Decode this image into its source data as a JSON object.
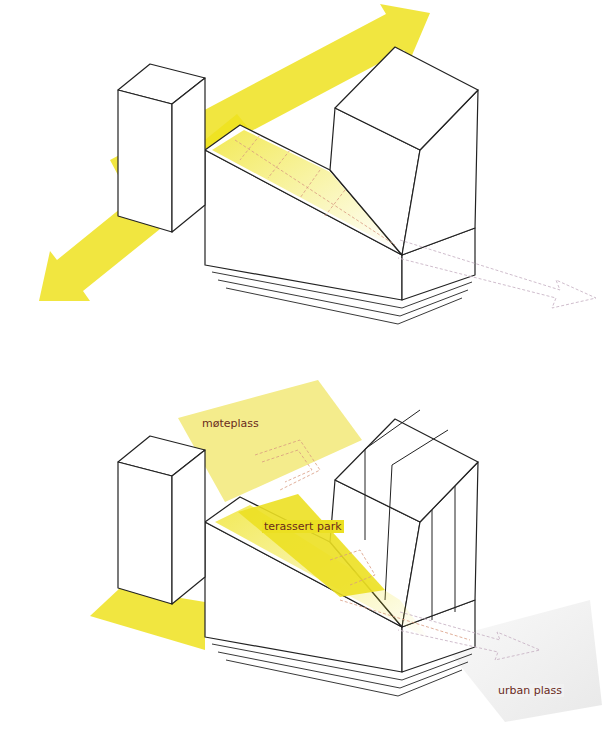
{
  "diagram": {
    "labels": [
      "møteplass",
      "terassert park",
      "urban plass"
    ]
  }
}
